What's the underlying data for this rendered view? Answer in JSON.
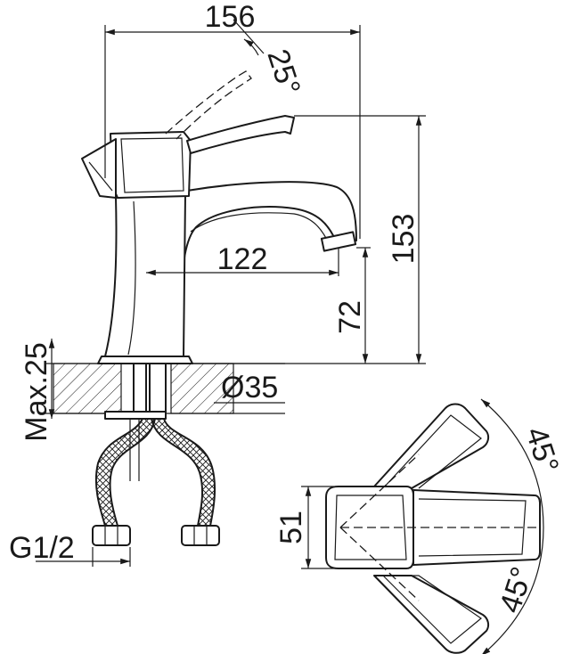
{
  "dimensions": {
    "overall_length": "156",
    "lever_angle_side": "25°",
    "total_height": "153",
    "spout_reach": "122",
    "spout_height": "72",
    "base_diameter": "Ø35",
    "max_deck_thickness": "Max.25",
    "thread": "G1/2",
    "handle_width": "51",
    "rotation_angle_upper": "45°",
    "rotation_angle_lower": "45°"
  }
}
